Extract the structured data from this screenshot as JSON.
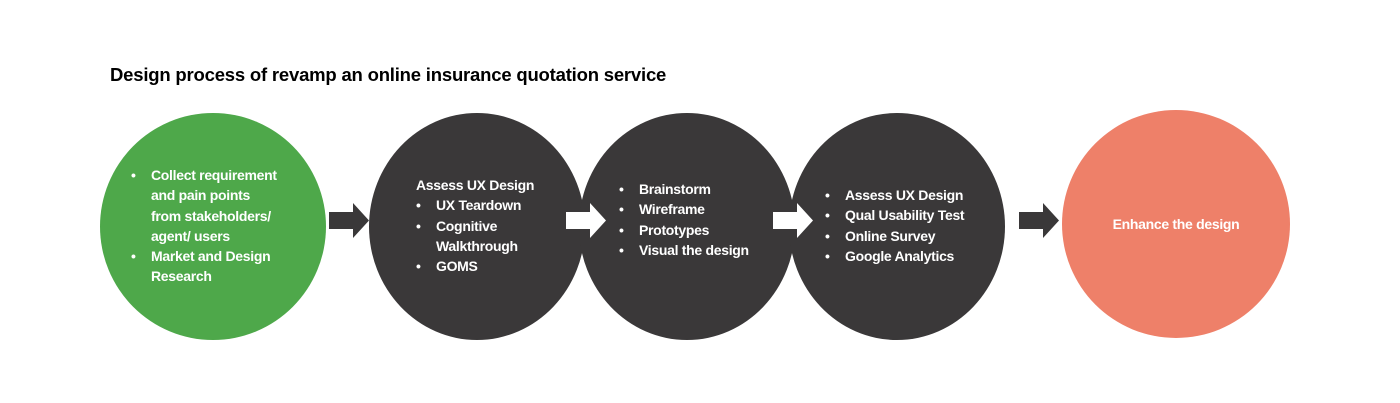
{
  "title": "Design process of revamp an online insurance quotation service",
  "colors": {
    "green": "#4ea84a",
    "dark": "#3a3839",
    "salmon": "#ee8069",
    "arrow_dark": "#3a3839",
    "arrow_white": "#ffffff"
  },
  "steps": [
    {
      "heading": "",
      "items": [
        "Collect requirement and pain points from stakeholders/ agent/ users",
        "Market and Design Research"
      ],
      "lines": [
        [
          "Collect requirement",
          "and pain points",
          "from stakeholders/",
          "agent/ users"
        ],
        [
          "Market and Design",
          "Research"
        ]
      ]
    },
    {
      "heading": "Assess UX Design",
      "items": [
        "UX Teardown",
        "Cognitive Walkthrough",
        "GOMS"
      ],
      "lines": [
        [
          "UX Teardown"
        ],
        [
          "Cognitive",
          "Walkthrough"
        ],
        [
          "GOMS"
        ]
      ]
    },
    {
      "heading": "",
      "items": [
        "Brainstorm",
        "Wireframe",
        "Prototypes",
        "Visual the design"
      ]
    },
    {
      "heading": "",
      "items": [
        "Assess UX Design",
        "Qual Usability Test",
        "Online Survey",
        "Google Analytics"
      ]
    },
    {
      "heading": "Enhance the design"
    }
  ],
  "bullet": "•"
}
